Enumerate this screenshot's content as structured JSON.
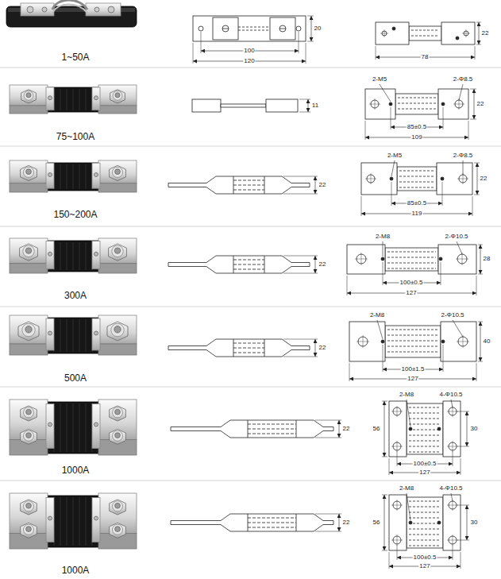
{
  "diagram": {
    "labels": [
      "1~50A",
      "100",
      "120",
      "20",
      "22",
      "78",
      "75~100A",
      "11",
      "2-M5",
      "2-Φ8.5",
      "85±0.5",
      "109",
      "22",
      "150~200A",
      "22",
      "2-M5",
      "2-Φ8.5",
      "85±0.5",
      "119",
      "22",
      "300A",
      "22",
      "2-M8",
      "2-Φ10.5",
      "100±0.5",
      "127",
      "28",
      "500A",
      "22",
      "2-M8",
      "2-Φ10.5",
      "100±1.5",
      "127",
      "40",
      "1000A",
      "22",
      "2-M8",
      "4-Φ10.5",
      "56",
      "30",
      "100±0.5",
      "127",
      "1000A",
      "22",
      "2-M8",
      "4-Φ10.5",
      "56",
      "30",
      "100±0.5",
      "127"
    ]
  }
}
